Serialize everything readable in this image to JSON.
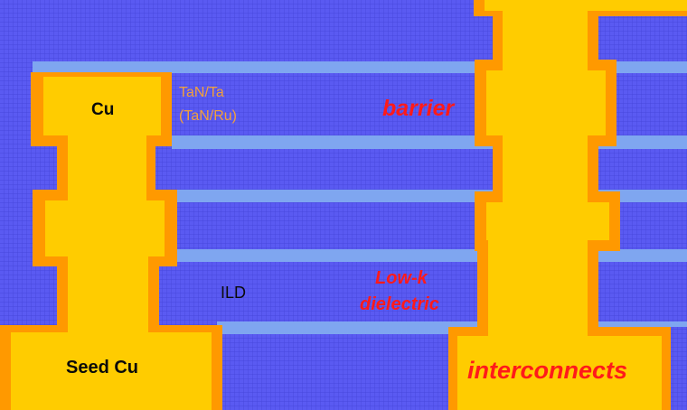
{
  "labels": {
    "cu": "Cu",
    "tan_ta": "TaN/Ta",
    "tan_ru": "(TaN/Ru)",
    "barrier": "barrier",
    "ild": "ILD",
    "low_k_line1": "Low-k",
    "low_k_line2": "dielectric",
    "seed_cu": "Seed Cu",
    "interconnects": "interconnects"
  },
  "colors": {
    "dielectric": "#5a5af2",
    "grid": "#3e3ed6",
    "light_band": "#7fa6f0",
    "copper": "#ffcc00",
    "barrier_liner": "#ff9900",
    "text_dark": "#0a0a0a",
    "text_red": "#ff1a1a",
    "text_orange": "#f2a03c"
  }
}
